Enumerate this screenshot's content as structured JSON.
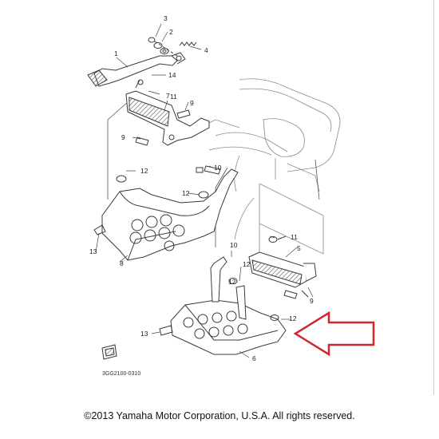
{
  "diagram": {
    "part_callouts": [
      "1",
      "2",
      "3",
      "4",
      "5",
      "6",
      "7",
      "8",
      "9",
      "9",
      "9",
      "10",
      "10",
      "11",
      "11",
      "12",
      "12",
      "12",
      "12",
      "12",
      "13",
      "13",
      "14"
    ],
    "drawing_code": "3GG2100-0310",
    "copyright": "©2013 Yamaha Motor Corporation, U.S.A. All rights reserved.",
    "highlight_arrow_color": "#d0282a",
    "line_color": "#3a3a3a"
  }
}
